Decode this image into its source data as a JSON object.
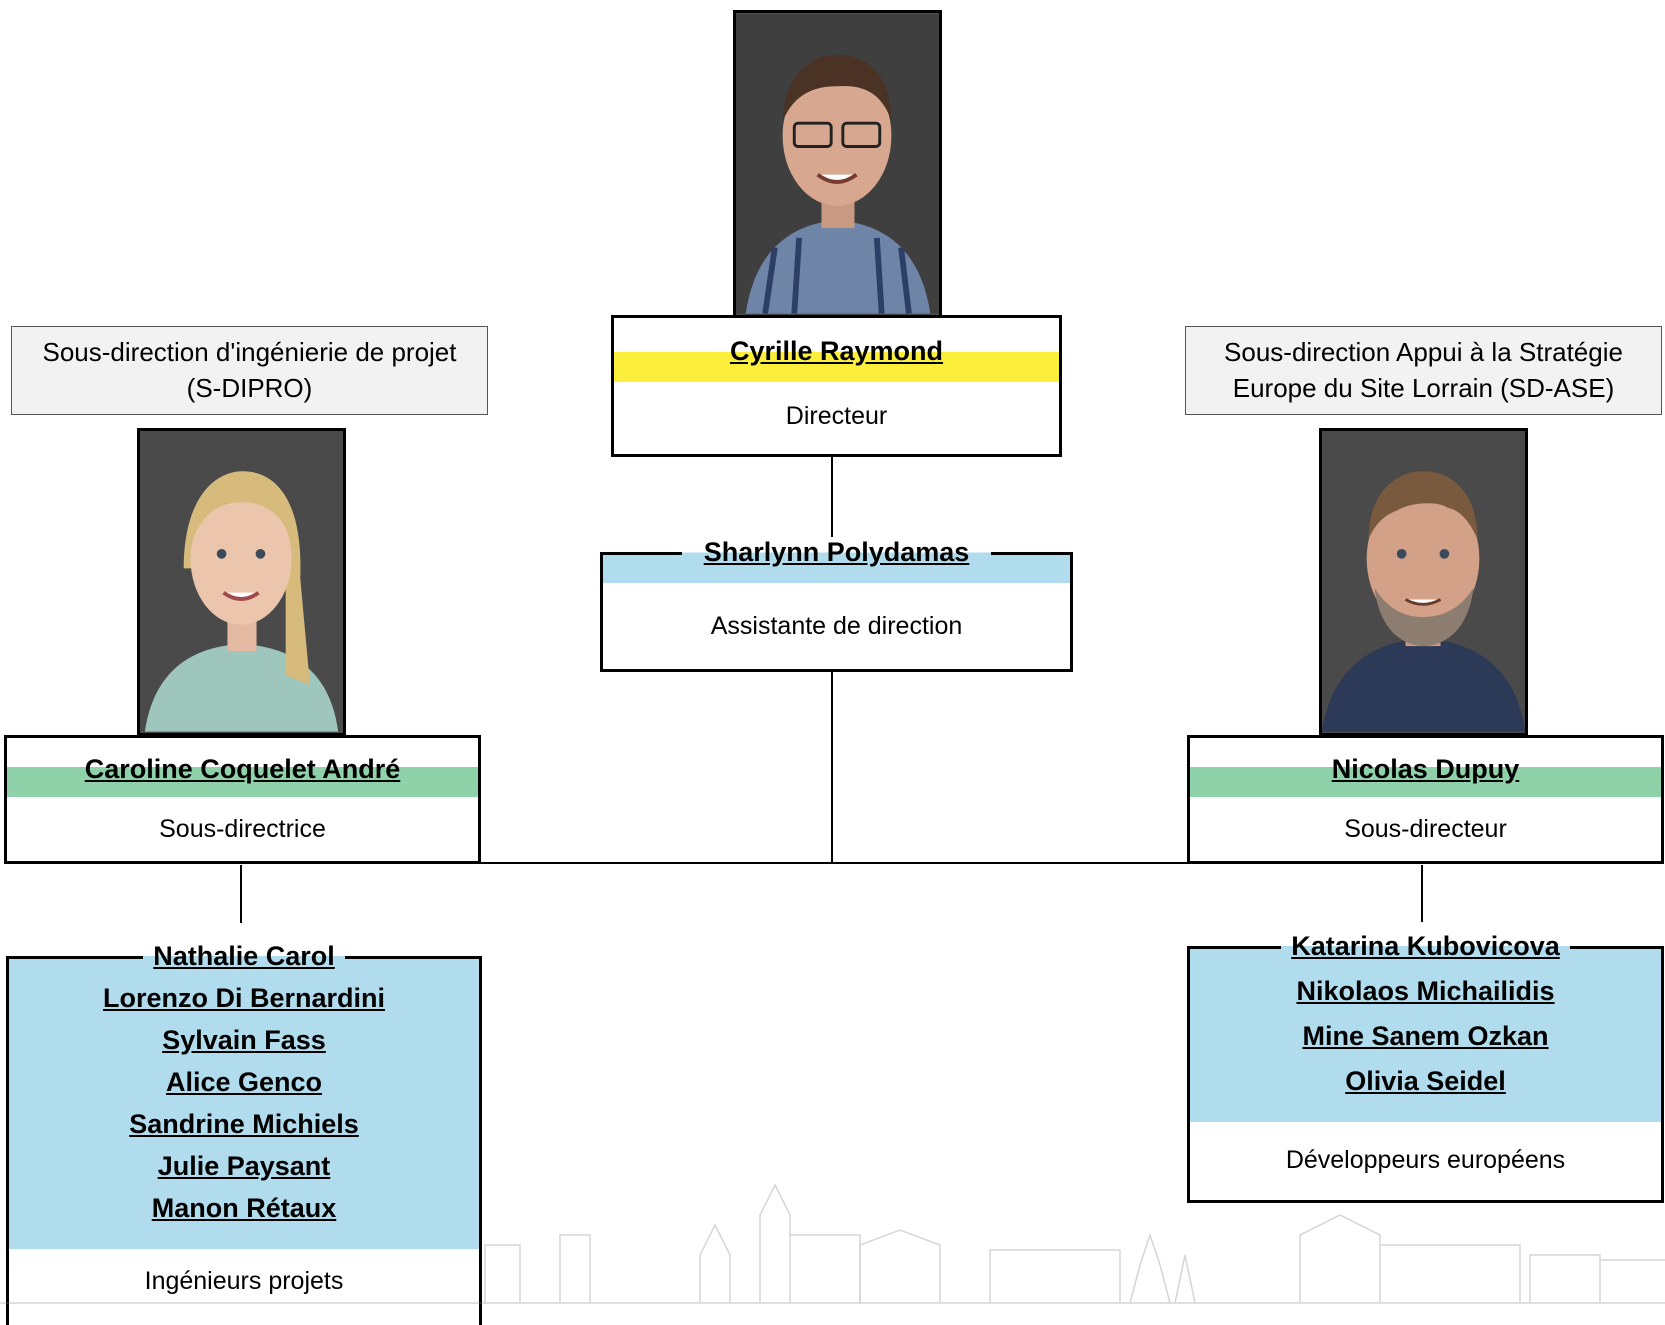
{
  "director": {
    "name": "Cyrille Raymond",
    "role": "Directeur",
    "photo_icon": "portrait-photo"
  },
  "assistant": {
    "name": "Sharlynn Polydamas",
    "role": "Assistante de direction"
  },
  "left_unit": {
    "label": "Sous-direction d'ingénierie de projet (S-DIPRO)",
    "head_name": "Caroline Coquelet André",
    "head_role": "Sous-directrice",
    "team": [
      "Nathalie Carol",
      "Lorenzo Di Bernardini",
      "Sylvain Fass",
      "Alice Genco",
      "Sandrine Michiels",
      "Julie Paysant",
      "Manon Rétaux"
    ],
    "team_role": "Ingénieurs projets"
  },
  "right_unit": {
    "label": "Sous-direction Appui à la Stratégie Europe du Site Lorrain (SD-ASE)",
    "head_name": "Nicolas Dupuy",
    "head_role": "Sous-directeur",
    "team": [
      "Katarina Kubovicova",
      "Nikolaos Michailidis",
      "Mine Sanem Ozkan",
      "Olivia Seidel"
    ],
    "team_role": "Développeurs européens"
  },
  "colors": {
    "director_band": "#fbef3c",
    "assistant_band": "#b0dced",
    "head_band": "#8fd1a8",
    "team_fill": "#b0dced"
  }
}
